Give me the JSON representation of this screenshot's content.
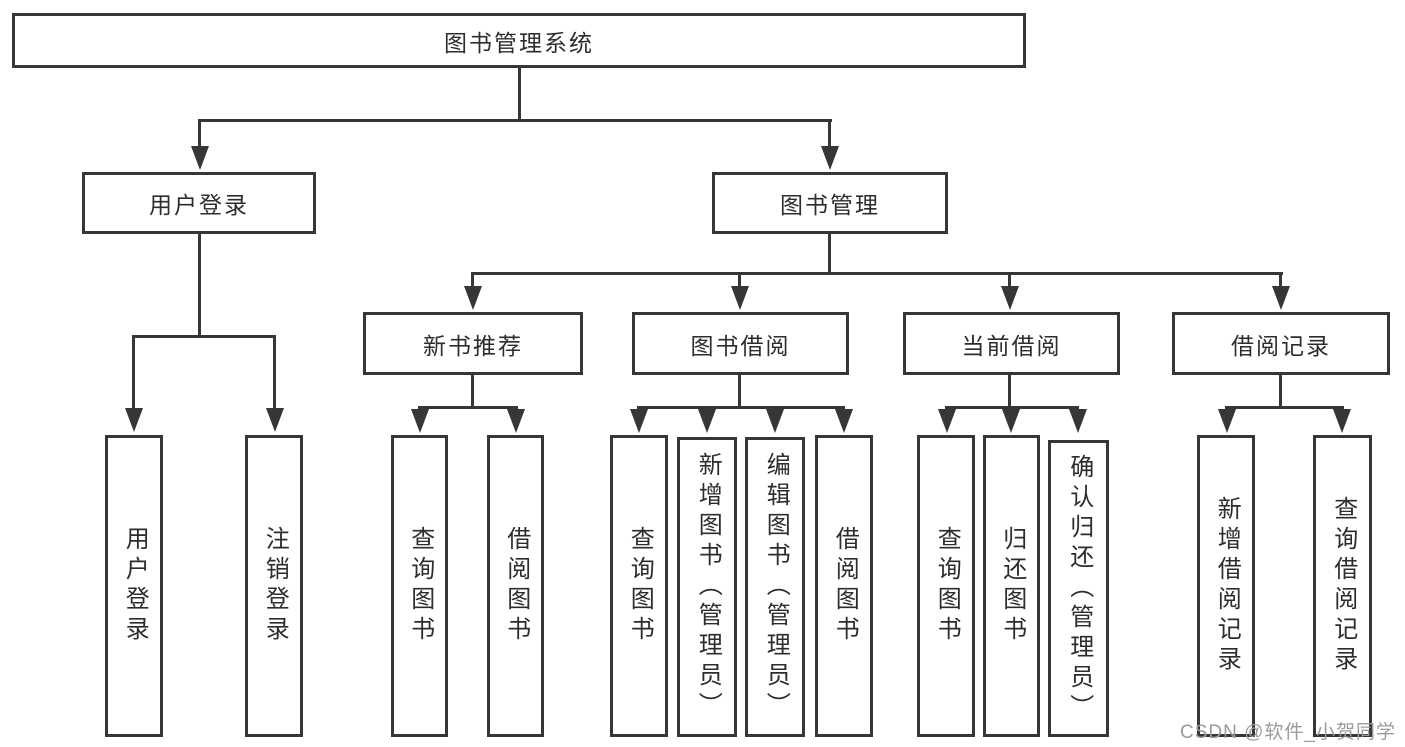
{
  "tree": {
    "root": {
      "label": "图书管理系统"
    },
    "branches": [
      {
        "label": "用户登录",
        "children": [
          {
            "label": "用户登录"
          },
          {
            "label": "注销登录"
          }
        ]
      },
      {
        "label": "图书管理",
        "children": [
          {
            "label": "新书推荐",
            "children": [
              {
                "label": "查询图书"
              },
              {
                "label": "借阅图书"
              }
            ]
          },
          {
            "label": "图书借阅",
            "children": [
              {
                "label": "查询图书"
              },
              {
                "label": "新增图书（管理员）"
              },
              {
                "label": "编辑图书（管理员）"
              },
              {
                "label": "借阅图书"
              }
            ]
          },
          {
            "label": "当前借阅",
            "children": [
              {
                "label": "查询图书"
              },
              {
                "label": "归还图书"
              },
              {
                "label": "确认归还（管理员）"
              }
            ]
          },
          {
            "label": "借阅记录",
            "children": [
              {
                "label": "新增借阅记录"
              },
              {
                "label": "查询借阅记录"
              }
            ]
          }
        ]
      }
    ]
  },
  "watermark": "CSDN @软件_小贺同学",
  "colors": {
    "line": "#363636",
    "box_border": "#363636",
    "box_fill": "#ffffff",
    "text": "#2d2d2d",
    "watermark": "#9b9b9b",
    "background": "#ffffff"
  }
}
